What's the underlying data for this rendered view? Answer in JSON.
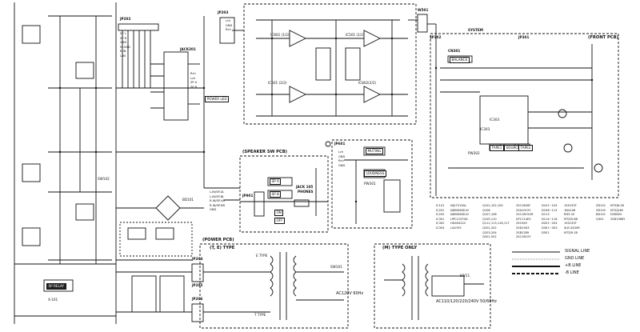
{
  "boards": {
    "speaker_sw": "(SPEAKER SW PCB)",
    "power": "(POWER PCB)",
    "front": "(FRONT PCB)",
    "ej_type": "(T, E) TYPE",
    "m_type": "(M) TYPE ONLY",
    "system": "SYSTEM"
  },
  "connectors": {
    "jp202": "JP202",
    "jp203": "JP203",
    "jp301": "JP301",
    "jp901": "JP901",
    "jp601": "JP601",
    "jp302": "JP302",
    "jp204": "JP204",
    "jp205": "JP205",
    "jp206": "JP206",
    "w501": "W501",
    "cn301": "CN301",
    "jack201": "JACK201",
    "jack105": "JACK 105",
    "phones": "PHONES"
  },
  "ics": {
    "ic501": "IC501 (1/2)",
    "ic501b": "IC501 (2/2)",
    "ic802": "IC802 (1/2)",
    "ic802b": "IC802(2/2)",
    "ic303": "IC303",
    "ic303b": "IC303",
    "bd101": "BD101"
  },
  "labels": {
    "power_led": "POWER LED",
    "sp_relay": "SP RELAY",
    "balance": "BALANCE",
    "muting": "MUTING",
    "loudness": "LOUDNESS",
    "tape1": "TAPE1",
    "source": "SOURCE",
    "tape2": "TAPE2",
    "sp_a": "SP A",
    "sp_b": "SP B",
    "on": "ON",
    "off": "OFF",
    "ac120v": "AC120V 60Hz",
    "ac_multi": "AC110/120/220/240V 50/60Hz",
    "e_type": "E TYPE",
    "t_type": "T TYPE",
    "sw101": "SW101",
    "sw102": "SW102",
    "pw301": "PW301",
    "pw302": "PW302",
    "x-101": "X-101",
    "sw11": "SW11"
  },
  "pin_labels": {
    "jp202": [
      "SP L",
      "SP R",
      "GND",
      "M-GND",
      "R-IN",
      "L-IN"
    ],
    "jp203": [
      "Lch",
      "GND",
      "Rch"
    ],
    "jp301": [
      "Lch",
      "GND",
      "Rch",
      "GND"
    ],
    "speaker": [
      "L-IN/SP-AL",
      "L-IN/SP-BL",
      "R-IN/SP-AR",
      "R-IN/SP-BR",
      "GND"
    ],
    "relay": [
      "Rch",
      "Lch",
      "SP A",
      "SP B"
    ]
  },
  "table": {
    "col1": [
      "IC101",
      "IC201",
      "IC202",
      "IC301",
      "IC302",
      "IC303"
    ],
    "col1_values": [
      "NJU7313AL",
      "NJM4580D-D",
      "NJM4580D-D",
      "UPC1237HA",
      "HD404222",
      "LA4705"
    ],
    "col2": [
      "Q101,102,105",
      "Q106",
      "Q107,108",
      "Q109,110",
      "Q111,113,116,117",
      "Q201,202",
      "Q203,204",
      "Q501,502"
    ],
    "col2_values": [
      "2SC1845F",
      "2SA1015Y",
      "2SC1815GR",
      "DTC114ES",
      "2SC945",
      "2SD1943",
      "2SB1289",
      "2SC1815Y"
    ],
    "col3": [
      "D101~105",
      "D106~112",
      "D113",
      "D114~116",
      "D201~204",
      "D301~303",
      "D501"
    ],
    "col3_values": [
      "1SS133T",
      "1N4148",
      "RD5.1E",
      "MTZJ5.6B",
      "1SS133T",
      "SLR-343VR",
      "MTZJ9.1B"
    ],
    "col4": [
      "ZD101",
      "ZD102",
      "BD101",
      "Q301"
    ],
    "col4_values": [
      "MTZJ6.2B",
      "MTZJ24B",
      "D3SB20",
      "2SB1366Y"
    ]
  },
  "legend": {
    "signal": "SIGNAL LINE",
    "gnd": "GND LINE",
    "b_plus": "+B LINE",
    "b_minus": "-B LINE"
  },
  "colors": {
    "ink": "#111111",
    "paper": "#ffffff"
  }
}
